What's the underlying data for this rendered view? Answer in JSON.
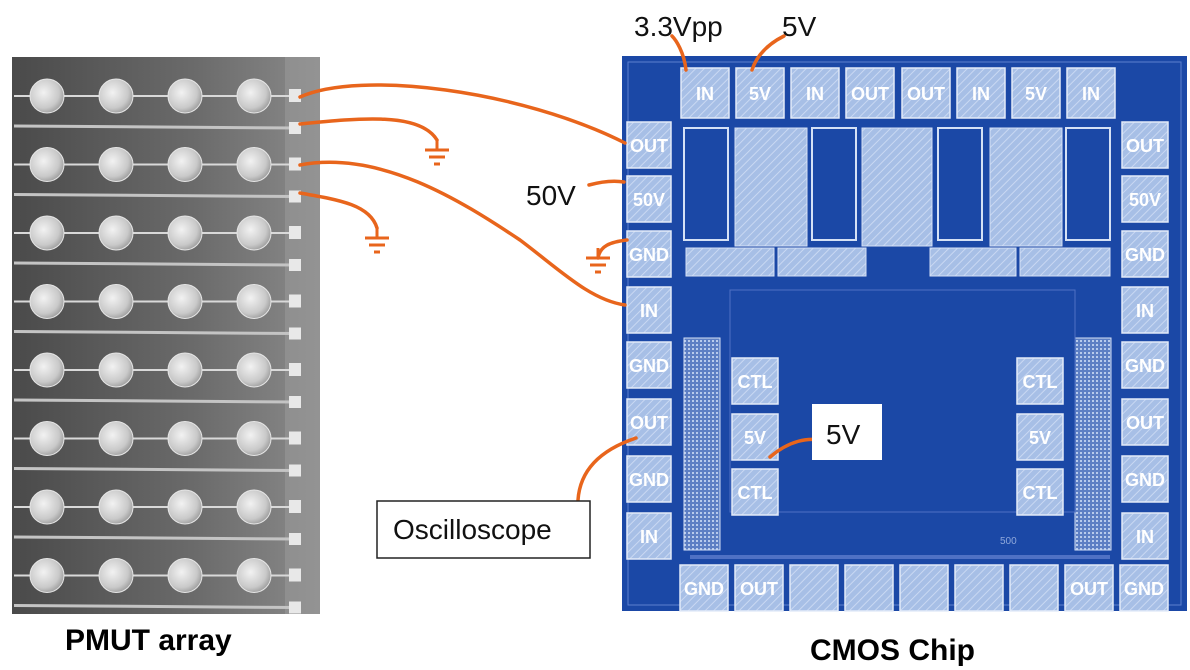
{
  "captions": {
    "left": "PMUT array",
    "right": "CMOS Chip"
  },
  "annotations": {
    "vpp": "3.3Vpp",
    "five_v_top": "5V",
    "fifty_v": "50V",
    "five_v_mid": "5V",
    "oscilloscope": "Oscilloscope"
  },
  "pads": {
    "top": [
      "IN",
      "5V",
      "IN",
      "OUT",
      "OUT",
      "IN",
      "5V",
      "IN"
    ],
    "bottom": [
      "GND",
      "OUT",
      "",
      "",
      "",
      "",
      "",
      "OUT",
      "GND"
    ],
    "left": [
      "OUT",
      "50V",
      "GND",
      "IN",
      "GND",
      "OUT",
      "GND",
      "IN"
    ],
    "right": [
      "OUT",
      "50V",
      "GND",
      "IN",
      "GND",
      "OUT",
      "GND",
      "IN"
    ],
    "inner_left": [
      "CTL",
      "5V",
      "CTL"
    ],
    "inner_right": [
      "CTL",
      "5V",
      "CTL"
    ],
    "scale_label": "500"
  },
  "pmut": {
    "rows": 8,
    "cols": 4
  },
  "colors": {
    "chip_blue": "#1b48a6",
    "pad_fill": "#a9c1e8",
    "wire_orange": "#e8651c"
  }
}
